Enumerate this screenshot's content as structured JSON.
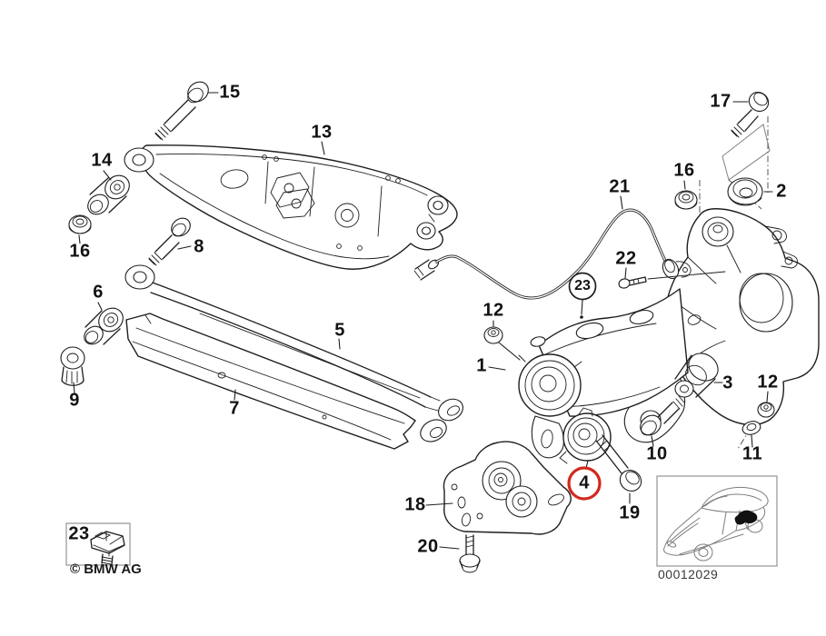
{
  "diagram": {
    "copyright": "© BMW AG",
    "image_code": "00012029",
    "colors": {
      "line": "#1e1e1e",
      "highlight_circle": "#d2281e",
      "frame": "#8a8a8a"
    },
    "labels": {
      "p1": "1",
      "p2": "2",
      "p3": "3",
      "p4": "4",
      "p5": "5",
      "p6": "6",
      "p7": "7",
      "p8": "8",
      "p9": "9",
      "p10": "10",
      "p11": "11",
      "p12_mid": "12",
      "p12_right": "12",
      "p13": "13",
      "p14": "14",
      "p15": "15",
      "p16_left": "16",
      "p16_right": "16",
      "p17": "17",
      "p18": "18",
      "p19": "19",
      "p20": "20",
      "p21": "21",
      "p22": "22",
      "p23_circled": "23",
      "p23_legend": "23"
    }
  }
}
